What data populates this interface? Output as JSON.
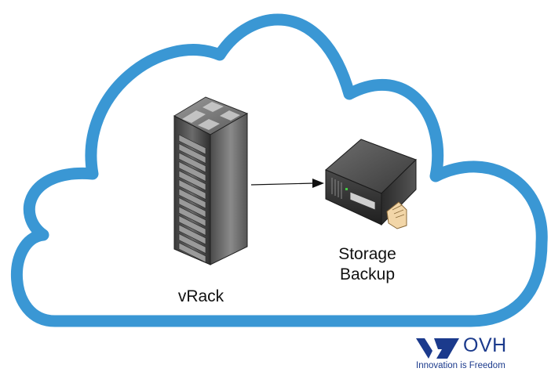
{
  "diagram": {
    "nodes": [
      {
        "id": "vrack",
        "label": "vRack",
        "icon": "server-rack-icon"
      },
      {
        "id": "storage",
        "label_lines": [
          "Storage",
          "Backup"
        ],
        "icon": "storage-server-icon"
      }
    ],
    "edges": [
      {
        "from": "vrack",
        "to": "storage",
        "arrow": "forward"
      }
    ],
    "container": {
      "shape": "cloud",
      "stroke_color": "#3a97d4"
    }
  },
  "logo": {
    "wordmark": "OVH",
    "tagline": "Innovation is Freedom",
    "color": "#1b3a8c"
  }
}
